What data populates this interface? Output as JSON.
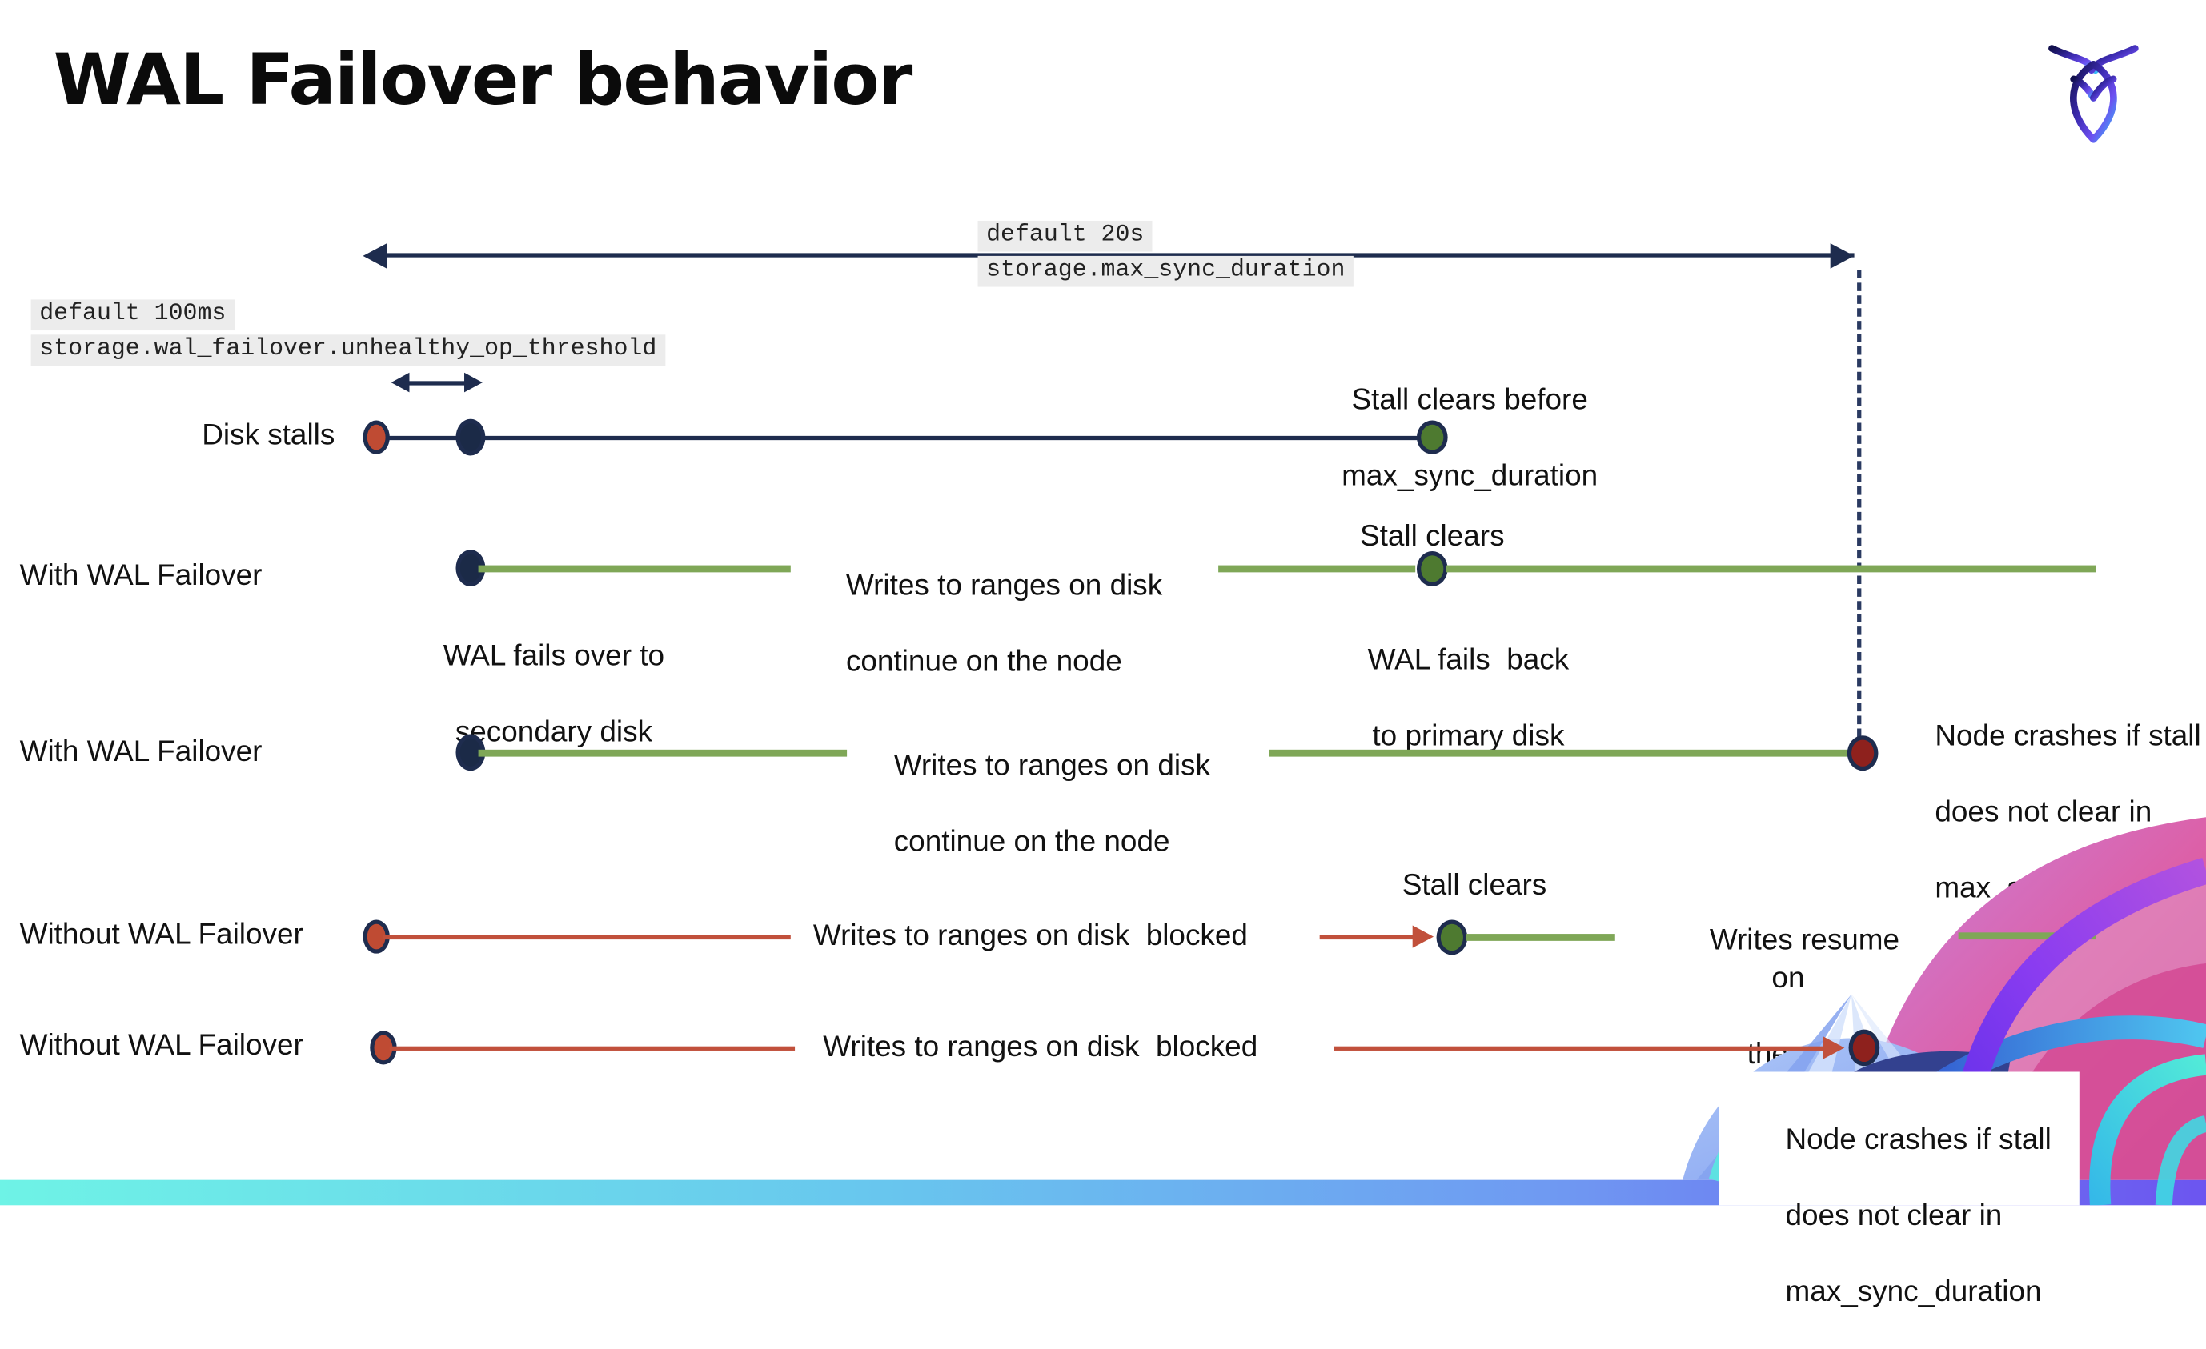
{
  "title": "WAL Failover behavior",
  "logo": {
    "icon": "cockroachdb-logo"
  },
  "settings": {
    "max_sync_duration": {
      "default_label": "default 20s",
      "setting_name": "storage.max_sync_duration"
    },
    "unhealthy_op_threshold": {
      "default_label": "default 100ms",
      "setting_name": "storage.wal_failover.unhealthy_op_threshold"
    }
  },
  "rows": {
    "disk_stalls": {
      "label": "Disk stalls",
      "stall_clears_line1": "Stall clears before",
      "stall_clears_line2": "max_sync_duration"
    },
    "with_failover_1": {
      "label": "With WAL Failover",
      "writes_line1": "Writes to ranges on disk",
      "writes_line2": "continue on the node",
      "failover_line1": "WAL fails over to",
      "failover_line2": "secondary disk",
      "stall_clears": "Stall clears",
      "failback_line1": "WAL fails  back",
      "failback_line2": "to primary disk"
    },
    "with_failover_2": {
      "label": "With WAL Failover",
      "writes_line1": "Writes to ranges on disk",
      "writes_line2": "continue on the node",
      "crash_line1": "Node crashes if stall",
      "crash_line2": "does not clear in",
      "crash_line3": "max_sync_duration"
    },
    "without_failover_1": {
      "label": "Without WAL Failover",
      "blocked": "Writes to ranges on disk  blocked",
      "stall_clears": "Stall clears",
      "resume_line1": "Writes resume on",
      "resume_line2": "the node"
    },
    "without_failover_2": {
      "label": "Without WAL Failover",
      "blocked": "Writes to ranges on disk  blocked",
      "crash_line1": "Node crashes if stall",
      "crash_line2": "does not clear in",
      "crash_line3": "max_sync_duration"
    }
  },
  "colors": {
    "navy": "#1e2c4e",
    "green_line": "#7fa757",
    "green_dot": "#4e7a30",
    "red_dot": "#bf4b33",
    "dark_red_dot": "#8e211d",
    "red_line": "#c1503b",
    "code_background": "#ececec",
    "bottom_bar_gradient": [
      "#6ef3e6",
      "#68c6ee",
      "#6f9af2",
      "#6c55f0"
    ]
  }
}
